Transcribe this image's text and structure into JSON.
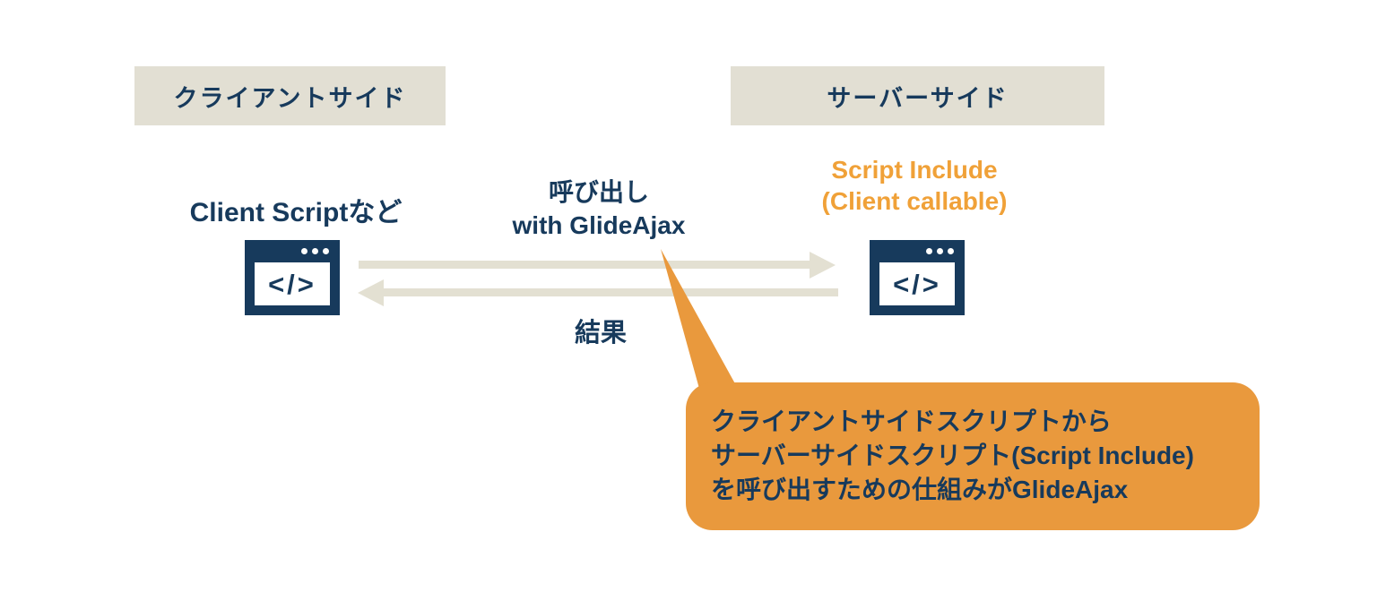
{
  "colors": {
    "navy": "#173a5c",
    "bubble_orange": "#e9993d",
    "accent_orange_text": "#f0a138",
    "header_beige": "#e2dfd3",
    "arrow_beige": "#e3e0d2"
  },
  "headers": {
    "client": "クライアントサイド",
    "server": "サーバーサイド"
  },
  "client": {
    "label": "Client Scriptなど"
  },
  "server": {
    "label": "Script Include\n(Client callable)"
  },
  "flow": {
    "call_label": "呼び出し\nwith GlideAjax",
    "result_label": "結果"
  },
  "icons": {
    "code_glyph": "</>",
    "left_icon_name": "code-browser-icon",
    "right_icon_name": "code-browser-icon"
  },
  "callout": {
    "line1": "クライアントサイドスクリプトから",
    "line2": "サーバーサイドスクリプト(Script Include)",
    "line3": "を呼び出すための仕組みがGlideAjax"
  }
}
